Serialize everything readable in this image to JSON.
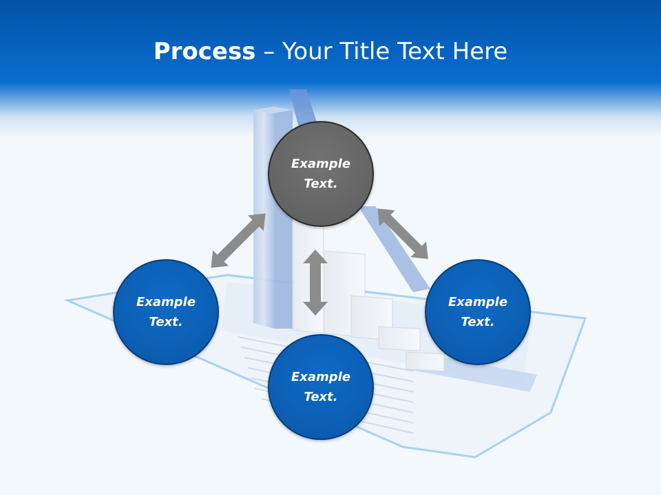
{
  "title": {
    "bold": "Process",
    "rest": " – Your Title Text Here"
  },
  "nodes": {
    "top": {
      "line1": "Example",
      "line2": "Text."
    },
    "left": {
      "line1": "Example",
      "line2": "Text."
    },
    "right": {
      "line1": "Example",
      "line2": "Text."
    },
    "bottom": {
      "line1": "Example",
      "line2": "Text."
    }
  },
  "colors": {
    "title_band": "#0253a6",
    "node_blue": "#0a58ab",
    "node_gray": "#5c5c5c",
    "arrow": "#8c8c8c"
  }
}
